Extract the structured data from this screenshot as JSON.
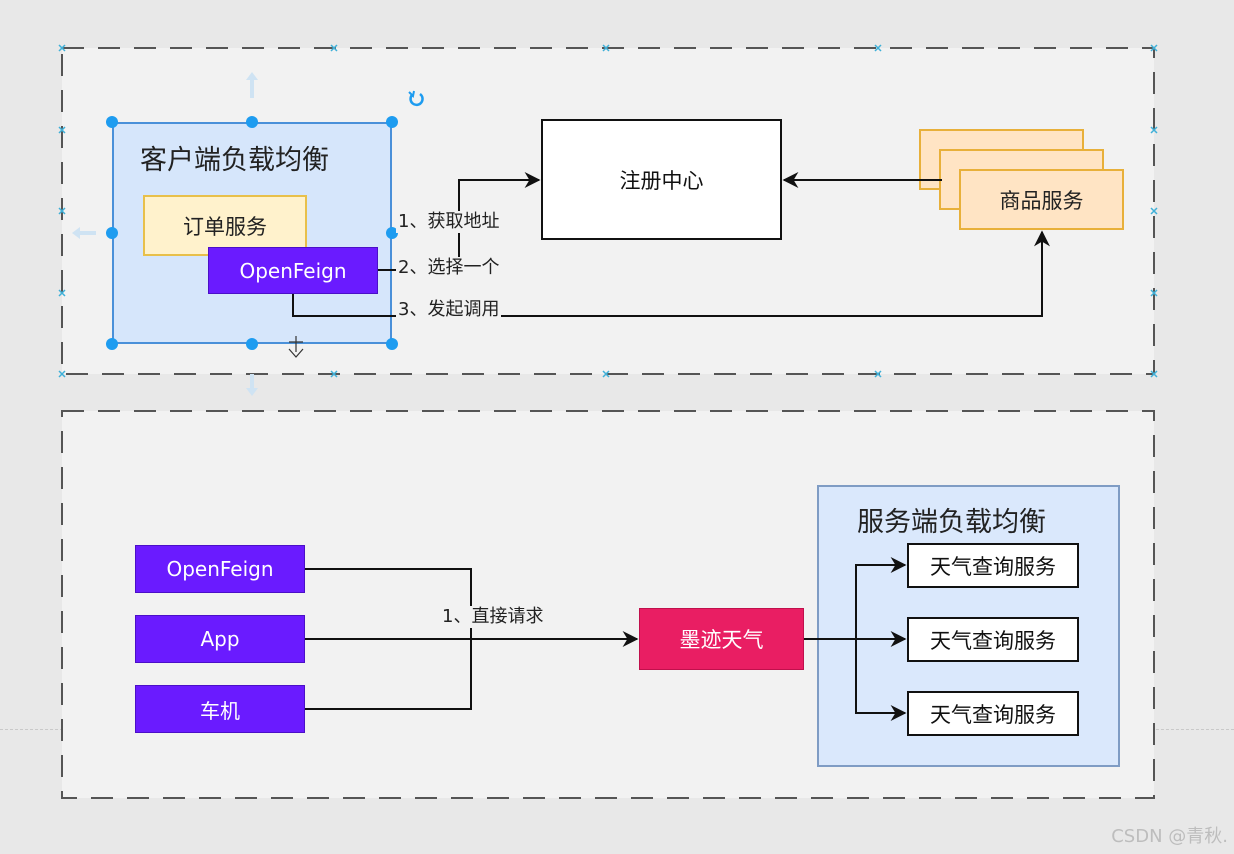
{
  "diagram": {
    "top_section": {
      "group": {
        "title": "客户端负载均衡",
        "selected": true
      },
      "nodes": {
        "order_service": "订单服务",
        "openfeign": "OpenFeign",
        "registry": "注册中心",
        "product_service": "商品服务"
      },
      "edge_labels": {
        "step1": "1、获取地址",
        "step2": "2、选择一个",
        "step3": "3、发起调用"
      }
    },
    "bottom_section": {
      "clients": [
        "OpenFeign",
        "App",
        "车机"
      ],
      "edge_label": "1、直接请求",
      "gateway": "墨迹天气",
      "group": {
        "title": "服务端负载均衡"
      },
      "services": [
        "天气查询服务",
        "天气查询服务",
        "天气查询服务"
      ]
    },
    "colors": {
      "client_purple": "#6a1bff",
      "gateway_pink": "#e91e63",
      "group_blue": "#dae8fc",
      "selection_blue": "#1e9cf0",
      "order_yellow": "#fff2cc",
      "product_orange": "#ffe4c4"
    }
  },
  "watermark": "CSDN @青秋."
}
